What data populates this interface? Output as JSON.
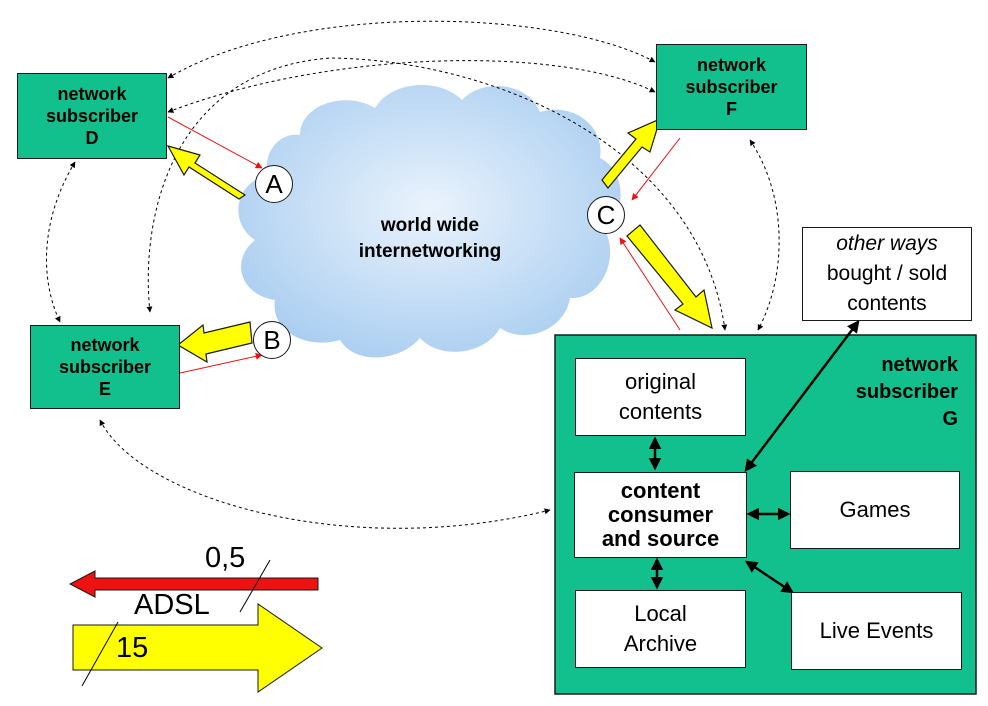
{
  "colors": {
    "subscriber_fill": "#12c08e",
    "arrow_yellow": "#ffff00",
    "arrow_red": "#ee1111",
    "cloud_light": "#eaf3fc",
    "cloud_dark": "#a9cdf0"
  },
  "cloud": {
    "line1": "world wide",
    "line2": "internetworking"
  },
  "subscribers": {
    "D": {
      "line1": "network",
      "line2": "subscriber",
      "line3": "D"
    },
    "E": {
      "line1": "network",
      "line2": "subscriber",
      "line3": "E"
    },
    "F": {
      "line1": "network",
      "line2": "subscriber",
      "line3": "F"
    },
    "G": {
      "line1": "network",
      "line2": "subscriber",
      "line3": "G"
    }
  },
  "links": {
    "A": "A",
    "B": "B",
    "C": "C"
  },
  "other_ways": {
    "line1": "other ways",
    "line2": "bought / sold",
    "line3": "contents"
  },
  "g_components": {
    "original": {
      "line1": "original",
      "line2": "contents"
    },
    "consumer": {
      "line1": "content",
      "line2": "consumer",
      "line3": "and source"
    },
    "games": {
      "label": "Games"
    },
    "archive": {
      "line1": "Local",
      "line2": "Archive"
    },
    "live": {
      "label": "Live Events"
    }
  },
  "legend": {
    "upstream": "0,5",
    "technology": "ADSL",
    "downstream": "15"
  }
}
